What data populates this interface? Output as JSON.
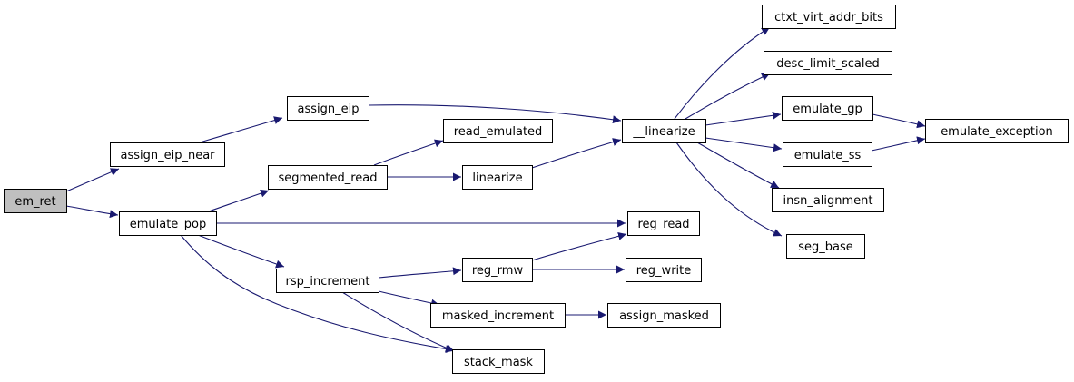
{
  "diagram": {
    "type": "call-graph",
    "colors": {
      "edge": "#191970",
      "node_border": "#000000",
      "node_fill": "#ffffff",
      "root_fill": "#bfbfbf",
      "text": "#000000"
    },
    "nodes": [
      {
        "id": "em_ret",
        "label": "em_ret",
        "root": true
      },
      {
        "id": "assign_eip_near",
        "label": "assign_eip_near"
      },
      {
        "id": "emulate_pop",
        "label": "emulate_pop"
      },
      {
        "id": "assign_eip",
        "label": "assign_eip"
      },
      {
        "id": "segmented_read",
        "label": "segmented_read"
      },
      {
        "id": "rsp_increment",
        "label": "rsp_increment"
      },
      {
        "id": "read_emulated",
        "label": "read_emulated"
      },
      {
        "id": "linearize",
        "label": "linearize"
      },
      {
        "id": "reg_rmw",
        "label": "reg_rmw"
      },
      {
        "id": "masked_increment",
        "label": "masked_increment"
      },
      {
        "id": "stack_mask",
        "label": "stack_mask"
      },
      {
        "id": "__linearize",
        "label": "__linearize"
      },
      {
        "id": "reg_read",
        "label": "reg_read"
      },
      {
        "id": "reg_write",
        "label": "reg_write"
      },
      {
        "id": "assign_masked",
        "label": "assign_masked"
      },
      {
        "id": "ctxt_virt_addr_bits",
        "label": "ctxt_virt_addr_bits"
      },
      {
        "id": "desc_limit_scaled",
        "label": "desc_limit_scaled"
      },
      {
        "id": "emulate_gp",
        "label": "emulate_gp"
      },
      {
        "id": "emulate_ss",
        "label": "emulate_ss"
      },
      {
        "id": "insn_alignment",
        "label": "insn_alignment"
      },
      {
        "id": "seg_base",
        "label": "seg_base"
      },
      {
        "id": "emulate_exception",
        "label": "emulate_exception"
      }
    ],
    "edges": [
      {
        "from": "em_ret",
        "to": "assign_eip_near"
      },
      {
        "from": "em_ret",
        "to": "emulate_pop"
      },
      {
        "from": "assign_eip_near",
        "to": "assign_eip"
      },
      {
        "from": "assign_eip",
        "to": "__linearize"
      },
      {
        "from": "emulate_pop",
        "to": "segmented_read"
      },
      {
        "from": "emulate_pop",
        "to": "reg_read"
      },
      {
        "from": "emulate_pop",
        "to": "rsp_increment"
      },
      {
        "from": "emulate_pop",
        "to": "stack_mask"
      },
      {
        "from": "segmented_read",
        "to": "read_emulated"
      },
      {
        "from": "segmented_read",
        "to": "linearize"
      },
      {
        "from": "linearize",
        "to": "__linearize"
      },
      {
        "from": "rsp_increment",
        "to": "reg_rmw"
      },
      {
        "from": "rsp_increment",
        "to": "masked_increment"
      },
      {
        "from": "rsp_increment",
        "to": "stack_mask"
      },
      {
        "from": "reg_rmw",
        "to": "reg_read"
      },
      {
        "from": "reg_rmw",
        "to": "reg_write"
      },
      {
        "from": "masked_increment",
        "to": "assign_masked"
      },
      {
        "from": "__linearize",
        "to": "ctxt_virt_addr_bits"
      },
      {
        "from": "__linearize",
        "to": "desc_limit_scaled"
      },
      {
        "from": "__linearize",
        "to": "emulate_gp"
      },
      {
        "from": "__linearize",
        "to": "emulate_ss"
      },
      {
        "from": "__linearize",
        "to": "insn_alignment"
      },
      {
        "from": "__linearize",
        "to": "seg_base"
      },
      {
        "from": "emulate_gp",
        "to": "emulate_exception"
      },
      {
        "from": "emulate_ss",
        "to": "emulate_exception"
      }
    ]
  }
}
